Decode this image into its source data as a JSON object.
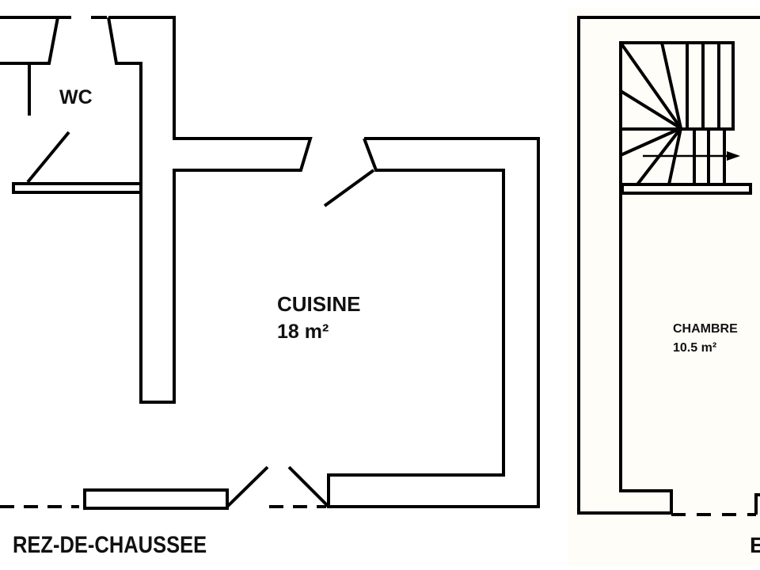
{
  "rooms": {
    "wc": {
      "name": "WC"
    },
    "cuisine": {
      "name": "CUISINE",
      "area": "18 m²"
    },
    "chambre": {
      "name": "CHAMBRE",
      "area": "10.5 m²"
    }
  },
  "levels": {
    "ground": "REZ-DE-CHAUSSEE",
    "upper_partial": "E"
  },
  "colors": {
    "walls": "#000000",
    "background": "#ffffff"
  }
}
